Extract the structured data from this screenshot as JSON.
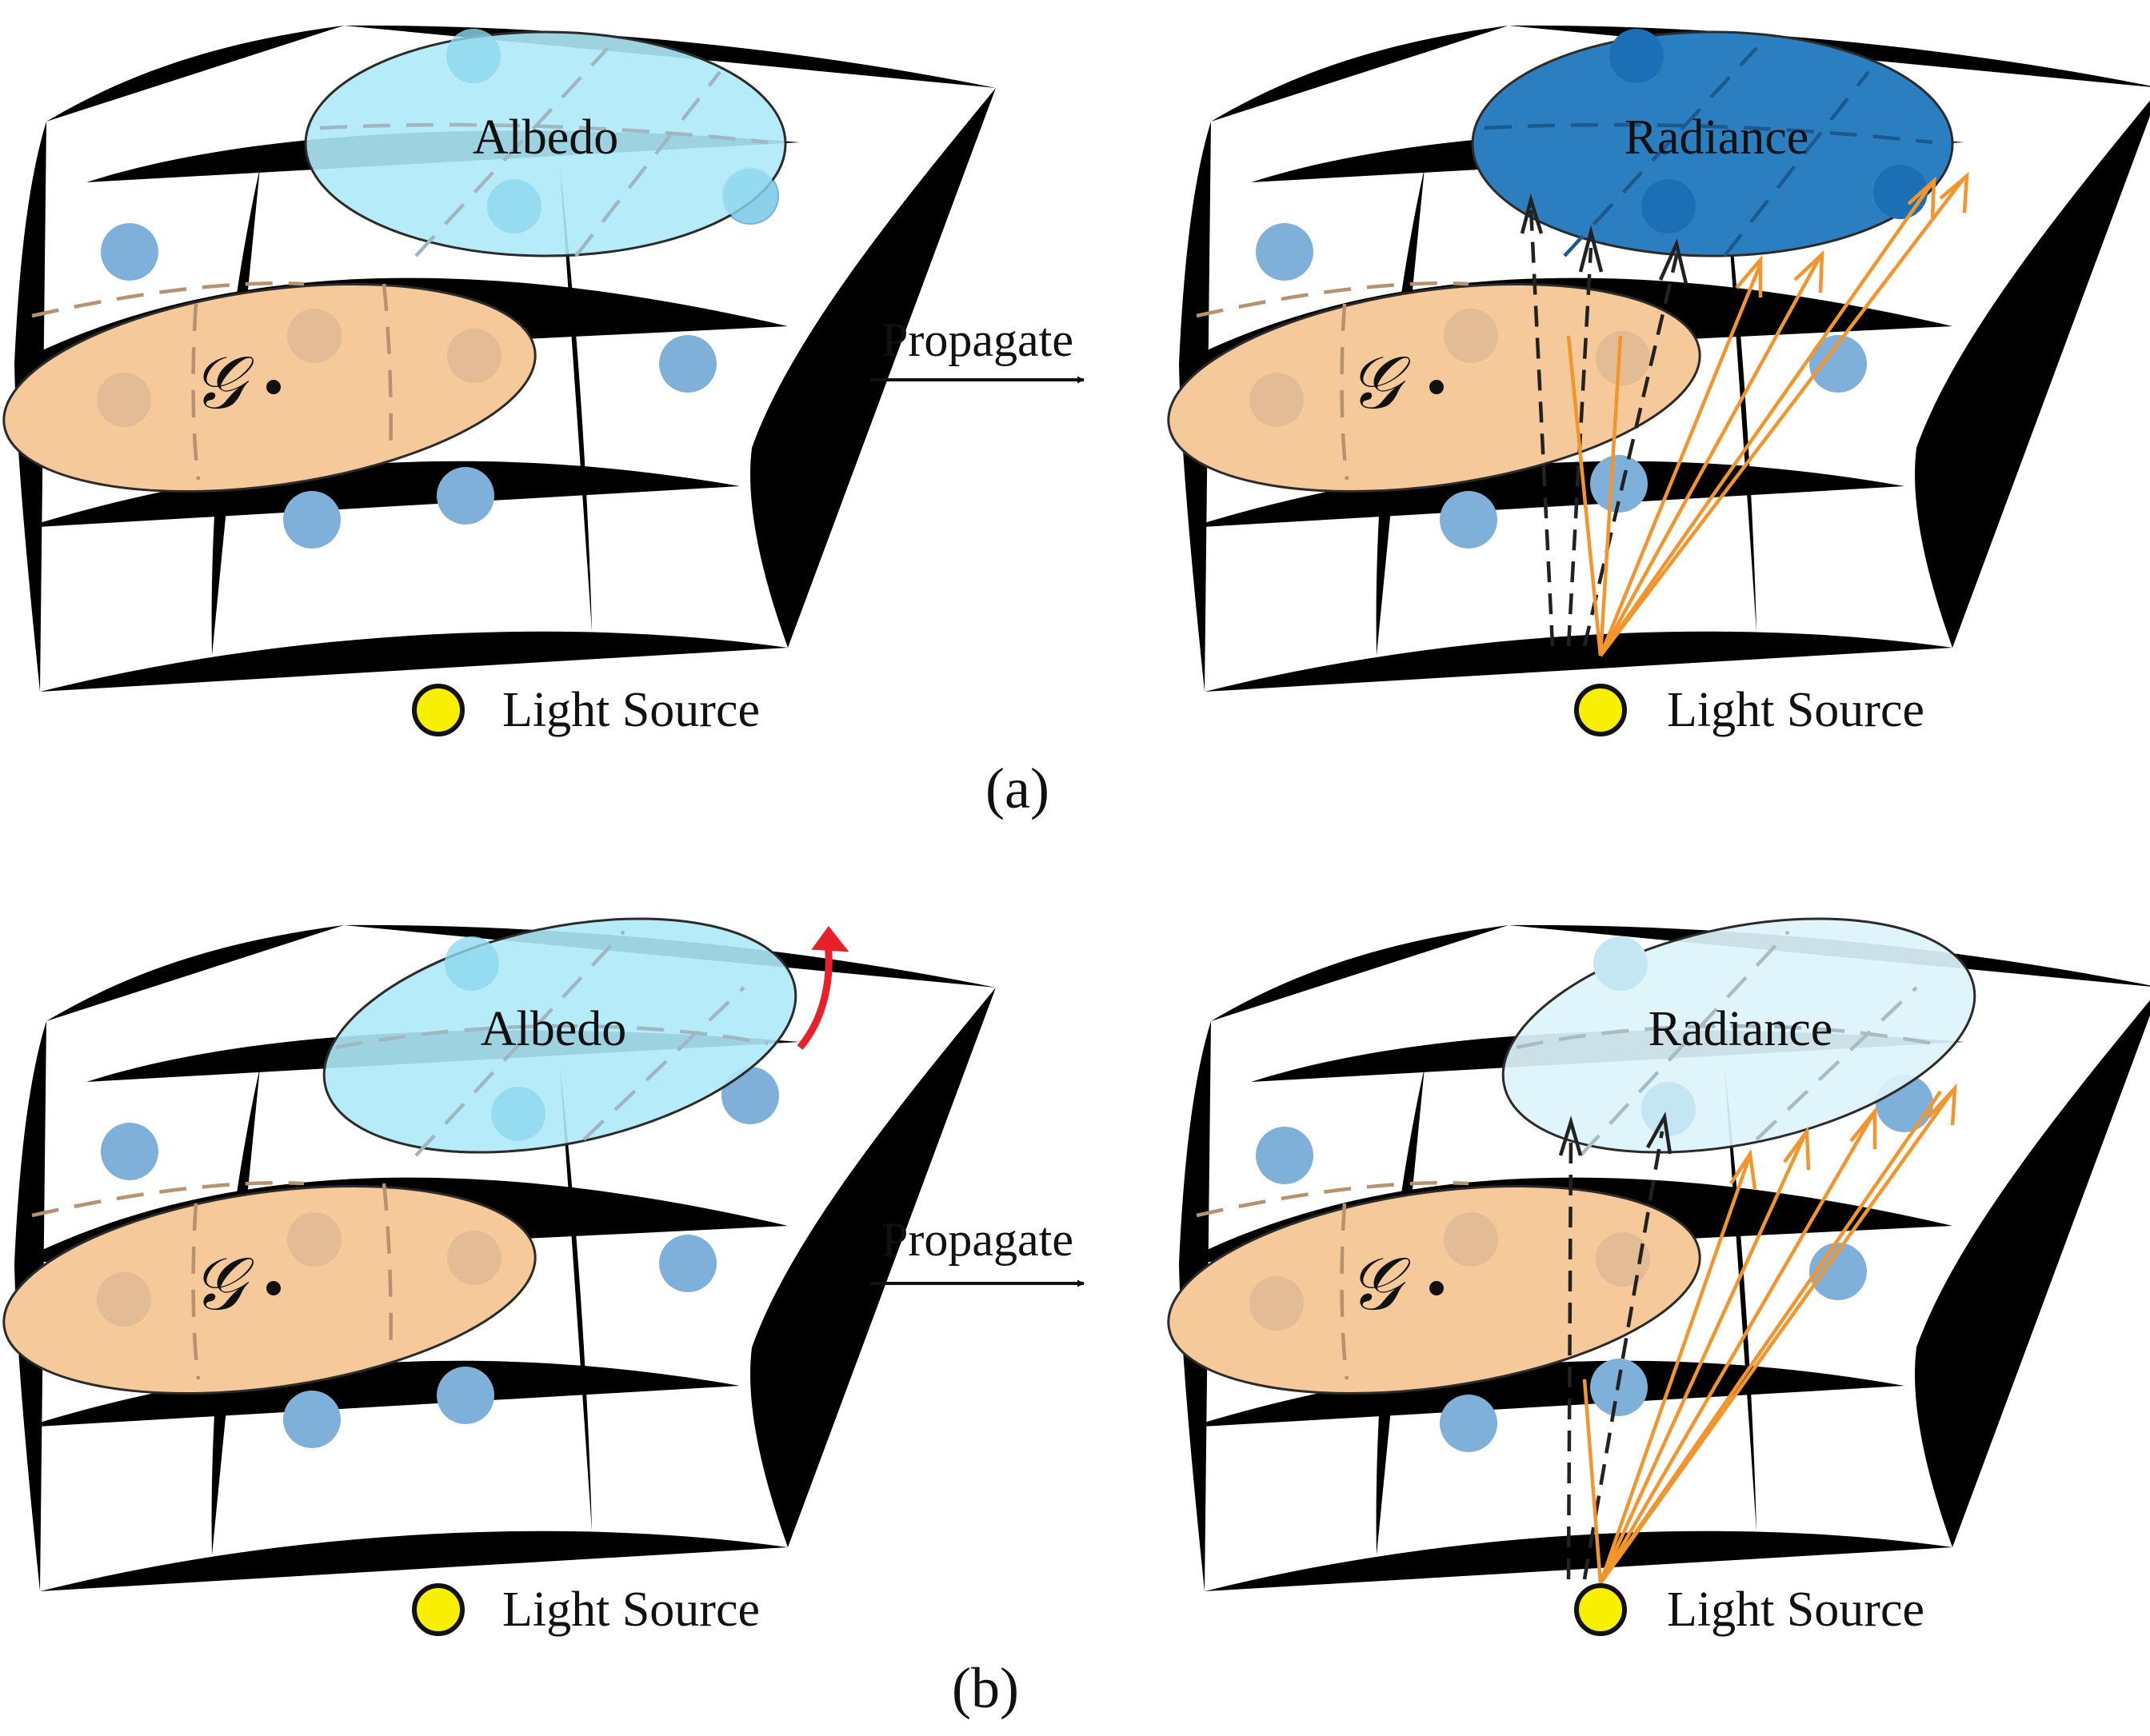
{
  "panels": {
    "a": {
      "caption": "(a)",
      "left": {
        "ellipse_label": "Albedo",
        "gaussian_symbol": "𝒢",
        "light_label": "Light Source"
      },
      "arrow_label": "Propagate",
      "right": {
        "ellipse_label": "Radiance",
        "gaussian_symbol": "𝒢",
        "light_label": "Light Source"
      }
    },
    "b": {
      "caption": "(b)",
      "left": {
        "ellipse_label": "Albedo",
        "gaussian_symbol": "𝒢",
        "light_label": "Light Source"
      },
      "arrow_label": "Propagate",
      "right": {
        "ellipse_label": "Radiance",
        "gaussian_symbol": "𝒢",
        "light_label": "Light Source"
      }
    }
  },
  "colors": {
    "albedo_fill": "#aeeaf8",
    "radiance_fill_a": "#2b7fc0",
    "radiance_fill_b": "#dcf3fb",
    "gaussian_fill": "#f6c99a",
    "point_blue": "#7fb0da",
    "ray_orange": "#f3952d",
    "light_source": "#f8f000",
    "rotation_arrow": "#e8202a"
  }
}
